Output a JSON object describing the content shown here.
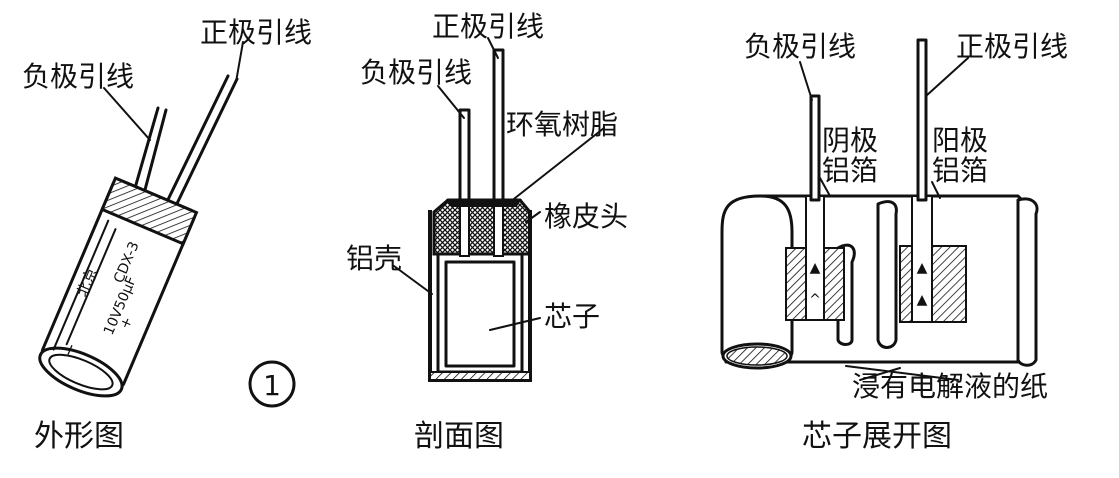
{
  "figure": {
    "number_label": "1"
  },
  "panels": {
    "exterior": {
      "caption": "外形图",
      "negative_lead_label": "负极引线",
      "positive_lead_label": "正极引线",
      "body_print_line1": "北京",
      "body_print_line2": "CDX-3",
      "body_print_line3": "10V50μF",
      "body_polarity_minus": "−",
      "body_polarity_plus": "+"
    },
    "cross_section": {
      "caption": "剖面图",
      "negative_lead_label": "负极引线",
      "positive_lead_label": "正极引线",
      "epoxy_label": "环氧树脂",
      "rubber_plug_label": "橡皮头",
      "aluminum_shell_label": "铝壳",
      "core_label": "芯子"
    },
    "core_unrolled": {
      "caption": "芯子展开图",
      "negative_lead_label": "负极引线",
      "positive_lead_label": "正极引线",
      "cathode_foil_label_line1": "阴极",
      "cathode_foil_label_line2": "铝箔",
      "anode_foil_label_line1": "阳极",
      "anode_foil_label_line2": "铝箔",
      "electrolyte_paper_label": "浸有电解液的纸"
    }
  }
}
